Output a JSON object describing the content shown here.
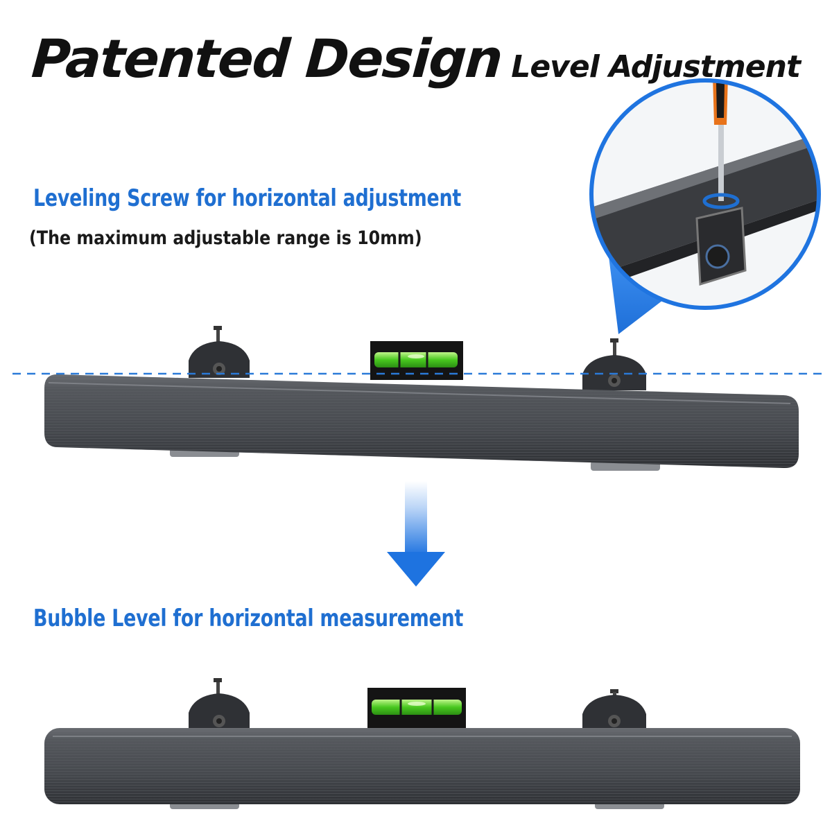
{
  "title": {
    "main": "Patented Design",
    "sub": "Level Adjustment"
  },
  "leveling": {
    "heading": "Leveling Screw for horizontal adjustment",
    "note": "(The maximum adjustable range is 10mm)"
  },
  "bubble": {
    "heading": "Bubble Level for horizontal measurement"
  },
  "colors": {
    "accent_blue": "#1f6fd1",
    "bar_dark": "#4a4d52",
    "bubble_green": "#39c21e"
  }
}
